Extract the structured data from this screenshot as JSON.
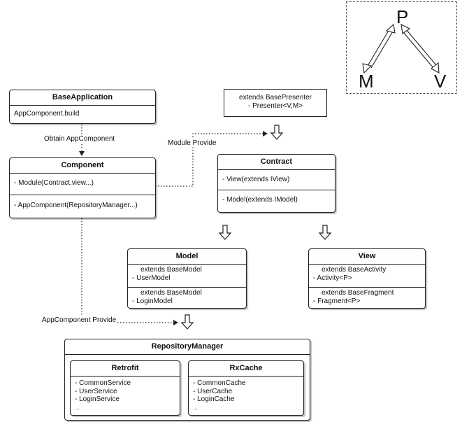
{
  "mvp": {
    "p": "P",
    "m": "M",
    "v": "V"
  },
  "base_application": {
    "title": "BaseApplication",
    "line1": "AppComponent.build"
  },
  "component": {
    "title": "Component",
    "line1": "- Module(Contract.view...)",
    "line2": "- AppComponent(RepositoryManager...)"
  },
  "presenter_note": {
    "line1": "extends BasePresenter",
    "line2": "- Presenter<V,M>"
  },
  "contract": {
    "title": "Contract",
    "line1": "- View(extends IView)",
    "line2": "- Model(extends IModel)"
  },
  "model": {
    "title": "Model",
    "s1_line1": "extends BaseModel",
    "s1_line2": "- UserModel",
    "s2_line1": "extends BaseModel",
    "s2_line2": "- LoginModel"
  },
  "view": {
    "title": "View",
    "s1_line1": "extends BaseActivity",
    "s1_line2": "- Activity<P>",
    "s2_line1": "extends  BaseFragment",
    "s2_line2": "- Fragment<P>"
  },
  "repository": {
    "title": "RepositoryManager",
    "retrofit": {
      "title": "Retrofit",
      "items": [
        "- CommonService",
        "- UserService",
        "- LoginService",
        "..."
      ]
    },
    "rxcache": {
      "title": "RxCache",
      "items": [
        "- CommonCache",
        "- UserCache",
        "- LoginCache",
        "..."
      ]
    }
  },
  "labels": {
    "obtain": "Obtain AppComponent",
    "module_provide": "Module Provide",
    "appcomponent_provide": "AppComponent Provide"
  }
}
